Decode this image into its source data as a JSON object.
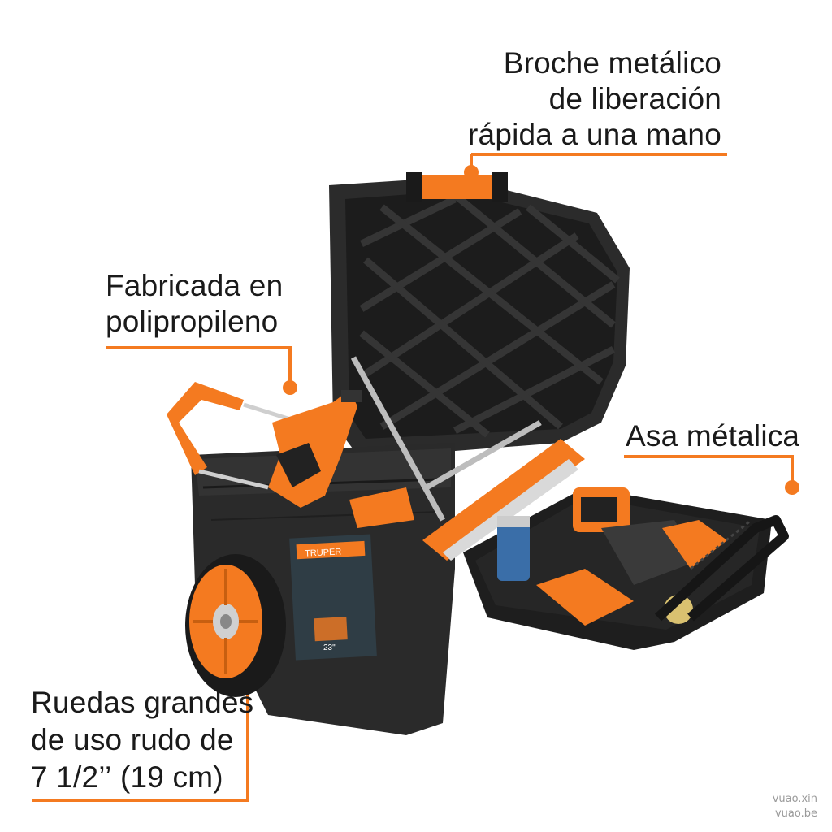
{
  "callouts": {
    "broche": [
      "Broche metálico",
      "de liberación",
      "rápida a una mano"
    ],
    "fabricada": [
      "Fabricada en",
      "polipropileno"
    ],
    "asa": "Asa métalica",
    "ruedas": [
      "Ruedas grandes",
      "de uso rudo de",
      "7 1/2’’",
      " (19 cm)"
    ]
  },
  "product_label": {
    "brand": "TRUPER",
    "size": "23\""
  },
  "watermark": [
    "vuao.xin",
    "vuao.be"
  ],
  "colors": {
    "accent": "#f47a20",
    "body": "#2a2a2a",
    "text": "#1a1a1a"
  }
}
